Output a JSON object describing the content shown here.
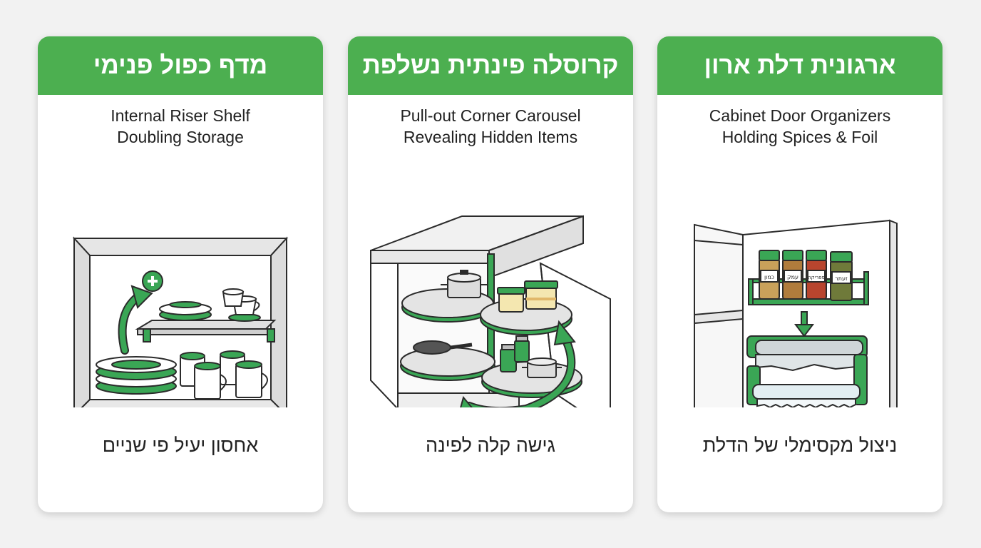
{
  "colors": {
    "header_green": "#4caf50",
    "accent_green": "#3aa655",
    "outline": "#2b2b2b",
    "card_bg": "#ffffff",
    "page_bg": "#f2f2f2"
  },
  "cards": [
    {
      "title": "מדף כפול פנימי",
      "subtitle_line1": "Internal Riser Shelf",
      "subtitle_line2": "Doubling Storage",
      "caption": "אחסון יעיל פי שניים",
      "icons": [
        "cabinet-interior-icon",
        "riser-shelf-icon",
        "plates-stack-icon",
        "mugs-icon",
        "teacup-icon",
        "add-circle-icon",
        "curved-up-arrow-icon"
      ]
    },
    {
      "title": "קרוסלה פינתית נשלפת",
      "subtitle_line1": "Pull-out Corner Carousel",
      "subtitle_line2": "Revealing Hidden Items",
      "caption": "גישה קלה לפינה",
      "icons": [
        "corner-cabinet-icon",
        "lazy-susan-carousel-icon",
        "cooking-pot-icon",
        "frying-pan-icon",
        "food-container-icon",
        "jar-icon",
        "rotation-arrow-icon"
      ]
    },
    {
      "title": "ארגונית דלת ארון",
      "subtitle_line1": "Cabinet Door Organizers",
      "subtitle_line2": "Holding Spices & Foil",
      "caption": "ניצול מקסימלי של הדלת",
      "spice_labels": [
        "כמון",
        "עמק",
        "פפריקה",
        "זעתר"
      ],
      "icons": [
        "open-cabinet-door-icon",
        "spice-rack-icon",
        "spice-jar-icon",
        "down-arrow-icon",
        "foil-dispenser-icon"
      ]
    }
  ]
}
